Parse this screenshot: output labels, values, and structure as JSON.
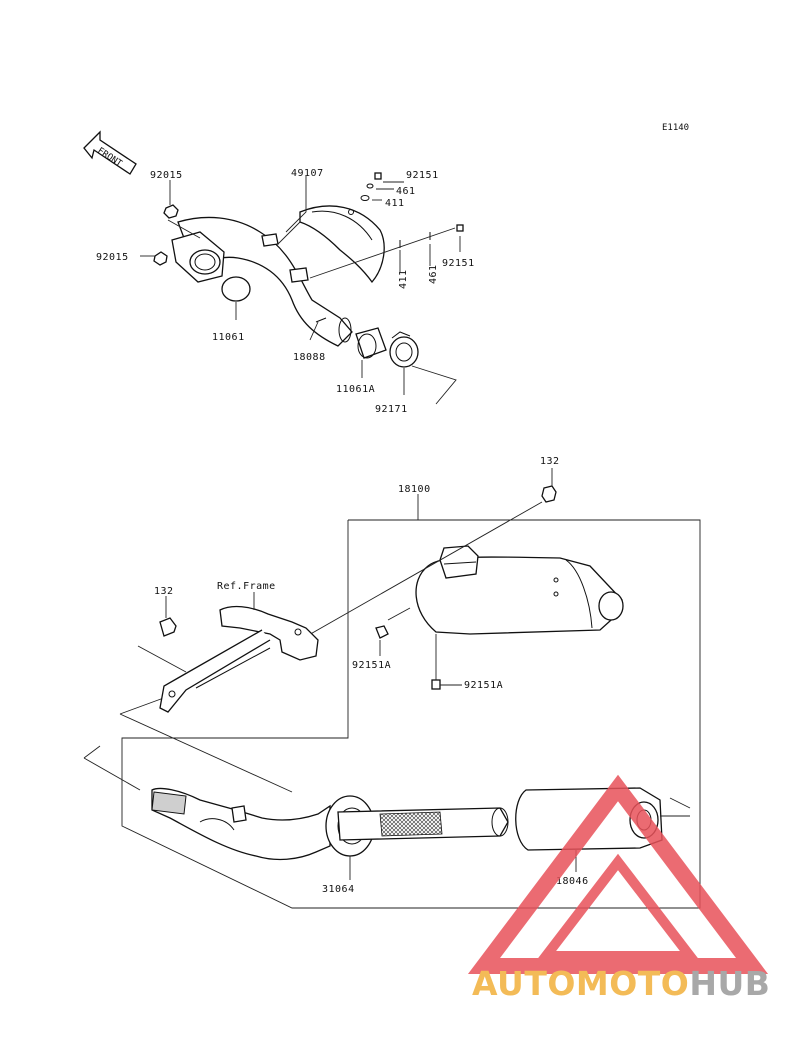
{
  "diagram": {
    "code": "E1140",
    "front_label": "FRONT",
    "ref_frame": "Ref.Frame",
    "parts": {
      "p92015_top": "92015",
      "p92015_left": "92015",
      "p11061": "11061",
      "p18088": "18088",
      "p49107": "49107",
      "p92151_top": "92151",
      "p461_top": "461",
      "p411_top": "411",
      "p411_low": "411",
      "p461_low": "461",
      "p92151_low": "92151",
      "p11061A": "11061A",
      "p92171": "92171",
      "p132_top": "132",
      "p18100": "18100",
      "p132_left": "132",
      "p92151A_a": "92151A",
      "p92151A_b": "92151A",
      "p31064": "31064",
      "p18046": "18046"
    }
  },
  "watermark": {
    "prefix": "AUTOMOTO",
    "suffix": "HUB",
    "prefix_color": "#f2b03a",
    "suffix_color": "#9a9a9a",
    "triangle_color": "#e8525a"
  }
}
